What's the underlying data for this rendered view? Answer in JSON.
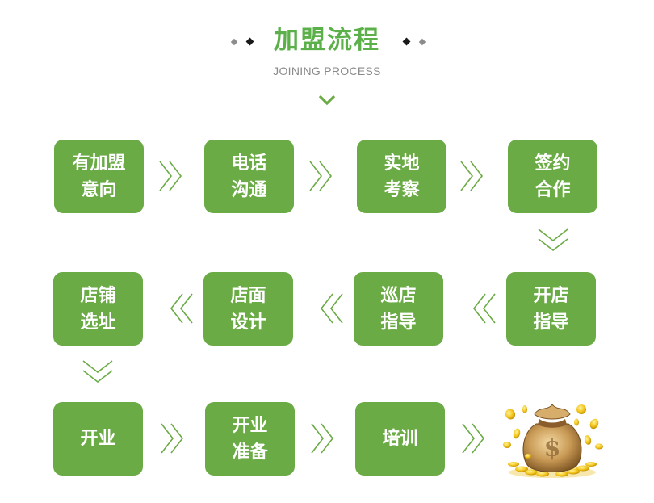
{
  "header": {
    "title": "加盟流程",
    "subtitle": "JOINING PROCESS"
  },
  "colors": {
    "title": "#5cb04a",
    "box": "#6bab45",
    "arrow": "#6bab45"
  },
  "steps": [
    {
      "lines": [
        "有加盟",
        "意向"
      ]
    },
    {
      "lines": [
        "电话",
        "沟通"
      ]
    },
    {
      "lines": [
        "实地",
        "考察"
      ]
    },
    {
      "lines": [
        "签约",
        "合作"
      ]
    },
    {
      "lines": [
        "开店",
        "指导"
      ]
    },
    {
      "lines": [
        "巡店",
        "指导"
      ]
    },
    {
      "lines": [
        "店面",
        "设计"
      ]
    },
    {
      "lines": [
        "店铺",
        "选址"
      ]
    },
    {
      "lines": [
        "开业"
      ]
    },
    {
      "lines": [
        "开业",
        "准备"
      ]
    },
    {
      "lines": [
        "培训"
      ]
    }
  ],
  "icons": {
    "final": "money-bag-icon"
  }
}
